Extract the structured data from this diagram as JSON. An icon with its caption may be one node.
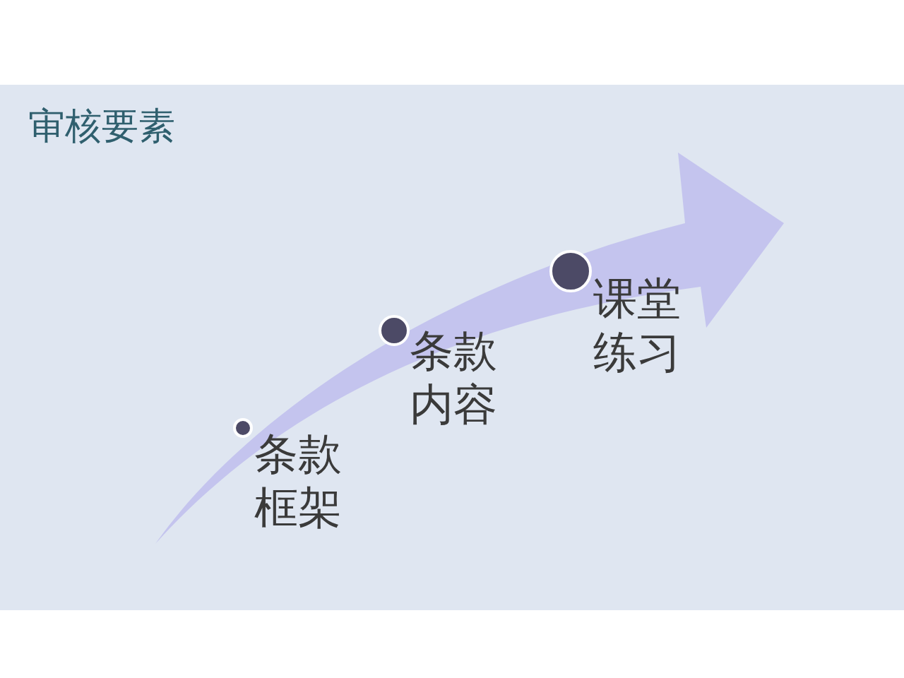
{
  "diagram": {
    "title": "审核要素",
    "nodes": [
      {
        "text": [],
        "shape": "circle",
        "beside": [
          "条款框架"
        ]
      },
      {
        "text": [],
        "shape": "circle",
        "beside": [
          "条款内容"
        ]
      },
      {
        "text": [],
        "shape": "circle",
        "beside": [
          "课堂练习"
        ]
      }
    ]
  }
}
